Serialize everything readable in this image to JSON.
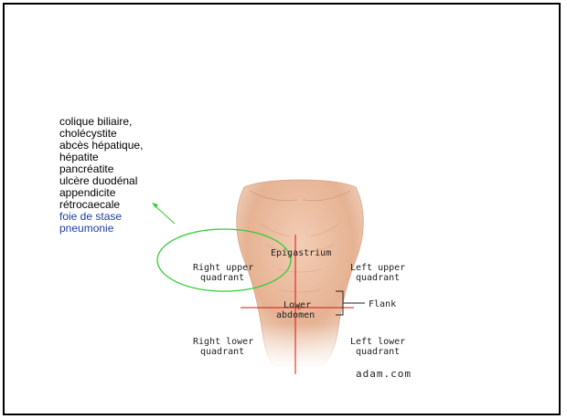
{
  "notes": {
    "lines_black": [
      "colique biliaire,",
      "cholécystite",
      "abcès hépatique,",
      "hépatite",
      "pancréatite",
      "ulcère duodénal",
      "appendicite",
      "rétrocaecale"
    ],
    "lines_blue": [
      "foie de stase",
      "pneumonie"
    ]
  },
  "figure": {
    "labels": {
      "right_upper": [
        "Right upper",
        "quadrant"
      ],
      "epigastrium": "Epigastrium",
      "left_upper": [
        "Left upper",
        "quadrant"
      ],
      "flank": "Flank",
      "lower_abdomen": [
        "Lower",
        "abdomen"
      ],
      "right_lower": [
        "Right lower",
        "quadrant"
      ],
      "left_lower": [
        "Left lower",
        "quadrant"
      ]
    },
    "credit": "adam.com"
  },
  "colors": {
    "annotation_green": "#33cc33",
    "crosshair_red": "#e01010",
    "skin": "#e9b89c",
    "text_blue": "#1f3f9f"
  }
}
